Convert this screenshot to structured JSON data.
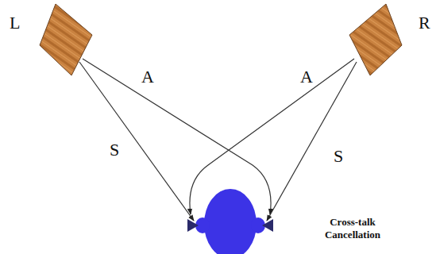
{
  "diagram": {
    "nodes": [
      {
        "text": [
          "L"
        ]
      },
      {
        "text": [
          "R"
        ]
      }
    ],
    "labels": [
      "A",
      "A",
      "S",
      "S",
      "Cross-talk Cancellation"
    ]
  }
}
